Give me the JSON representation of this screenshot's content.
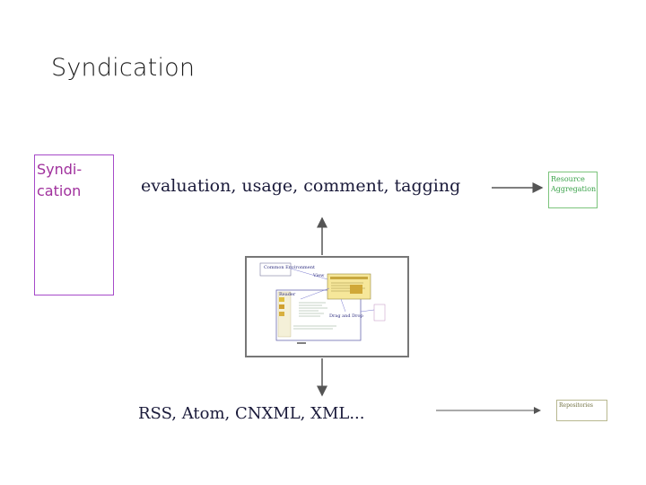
{
  "slide": {
    "title": "Syndication"
  },
  "left_box": {
    "label": "Syndi-\ncation"
  },
  "top_flow": {
    "text": "evaluation, usage, comment, tagging"
  },
  "bottom_flow": {
    "text": "RSS, Atom, CNXML, XML..."
  },
  "resource_aggregation": {
    "label": "Resource\nAggregation"
  },
  "repositories": {
    "label": "Repositories"
  },
  "thumbnail": {
    "common_environment": "Common Environment",
    "view": "View",
    "drag_and_drop": "Drag and Drop",
    "reader": "Reader"
  },
  "colors": {
    "left_box_border": "#a64ac9",
    "left_box_text": "#a0309d",
    "resource_border": "#7cc47c",
    "resource_text": "#3aa24a",
    "repo_border": "#b8b890",
    "arrow": "#555555"
  }
}
